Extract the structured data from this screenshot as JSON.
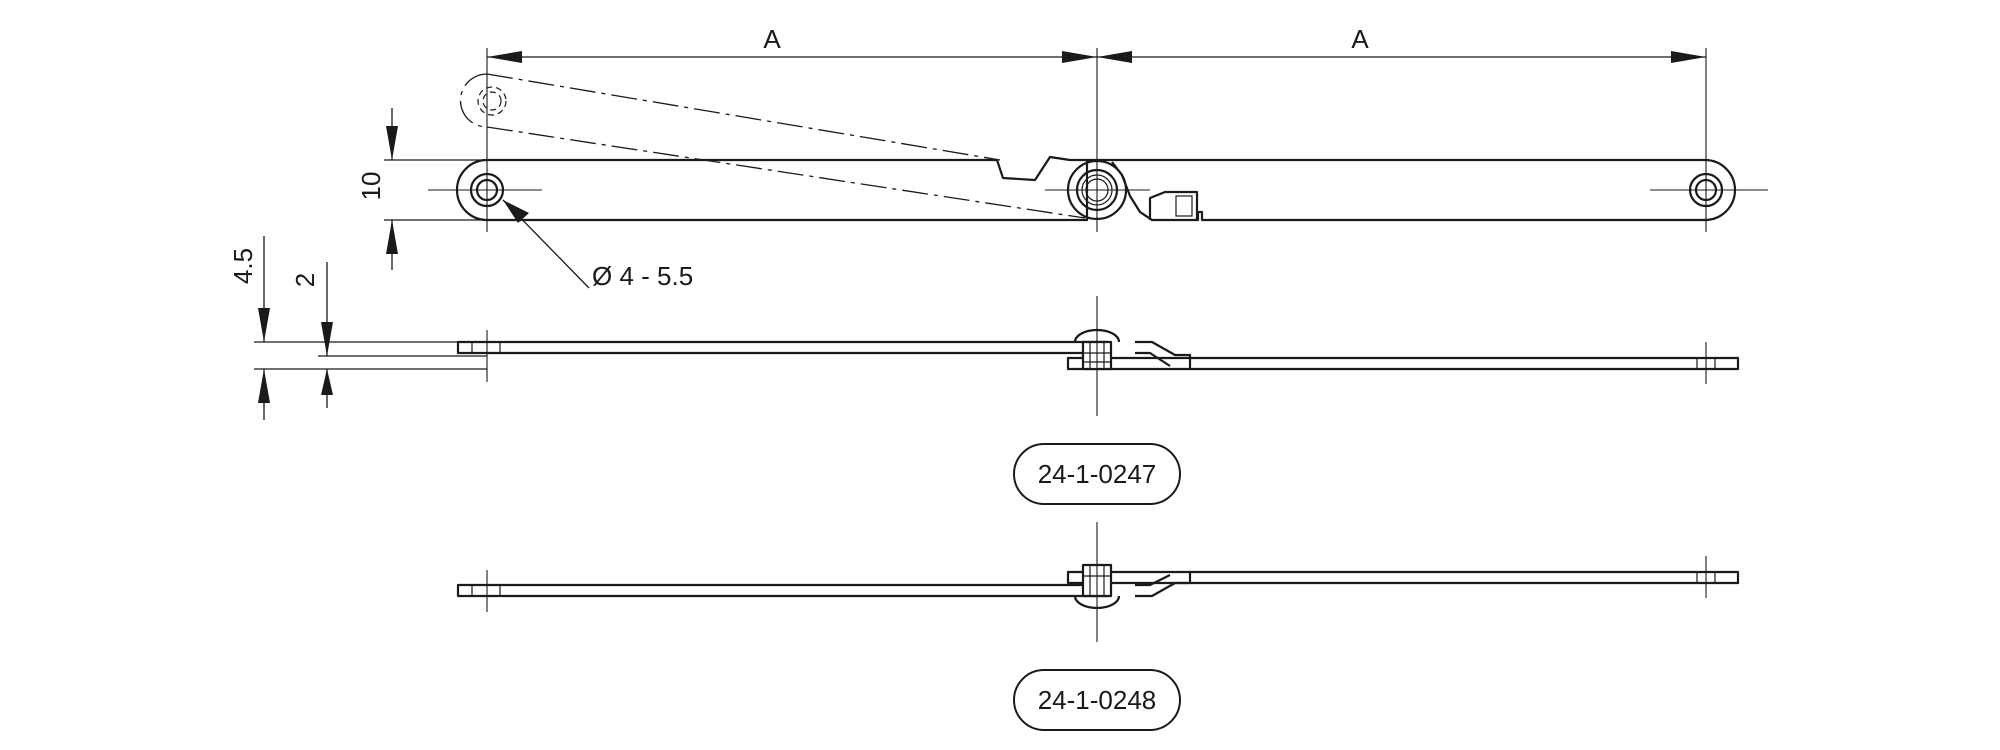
{
  "dimensions": {
    "a_left": "A",
    "a_right": "A",
    "height": "10",
    "hole_dia": "Ø 4 - 5.5",
    "total_thickness": "4.5",
    "bar_thickness": "2"
  },
  "parts": {
    "part_1": "24-1-0247",
    "part_2": "24-1-0248"
  }
}
